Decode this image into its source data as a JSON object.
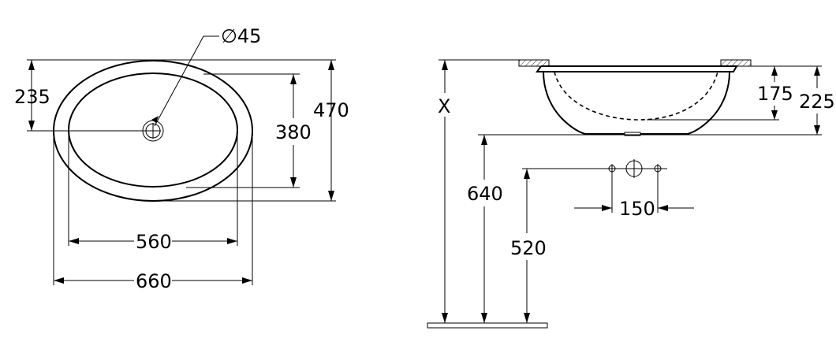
{
  "dimensions": {
    "hole_diameter": "∅45",
    "depth_to_drain": "235",
    "outer_height": "470",
    "inner_height": "380",
    "inner_width": "560",
    "outer_width": "660",
    "x_height": "X",
    "bowl_depth": "175",
    "total_depth": "225",
    "mount_height": "640",
    "pipe_height": "520",
    "pipe_spacing": "150"
  }
}
